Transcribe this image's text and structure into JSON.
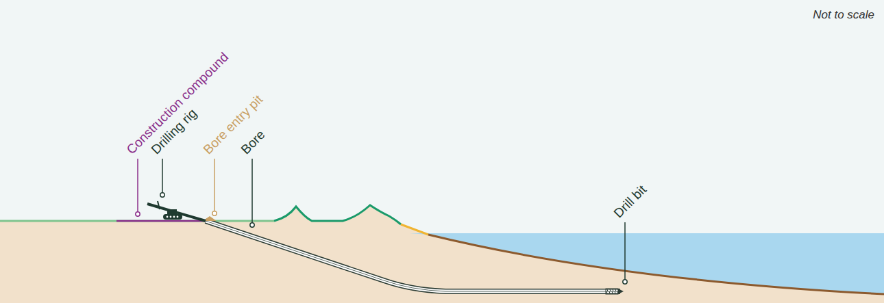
{
  "diagram": {
    "labels": [
      "Not to scale",
      "Construction compound",
      "Drilling rig",
      "Bore entry pit",
      "Bore",
      "Drill bit"
    ]
  }
}
